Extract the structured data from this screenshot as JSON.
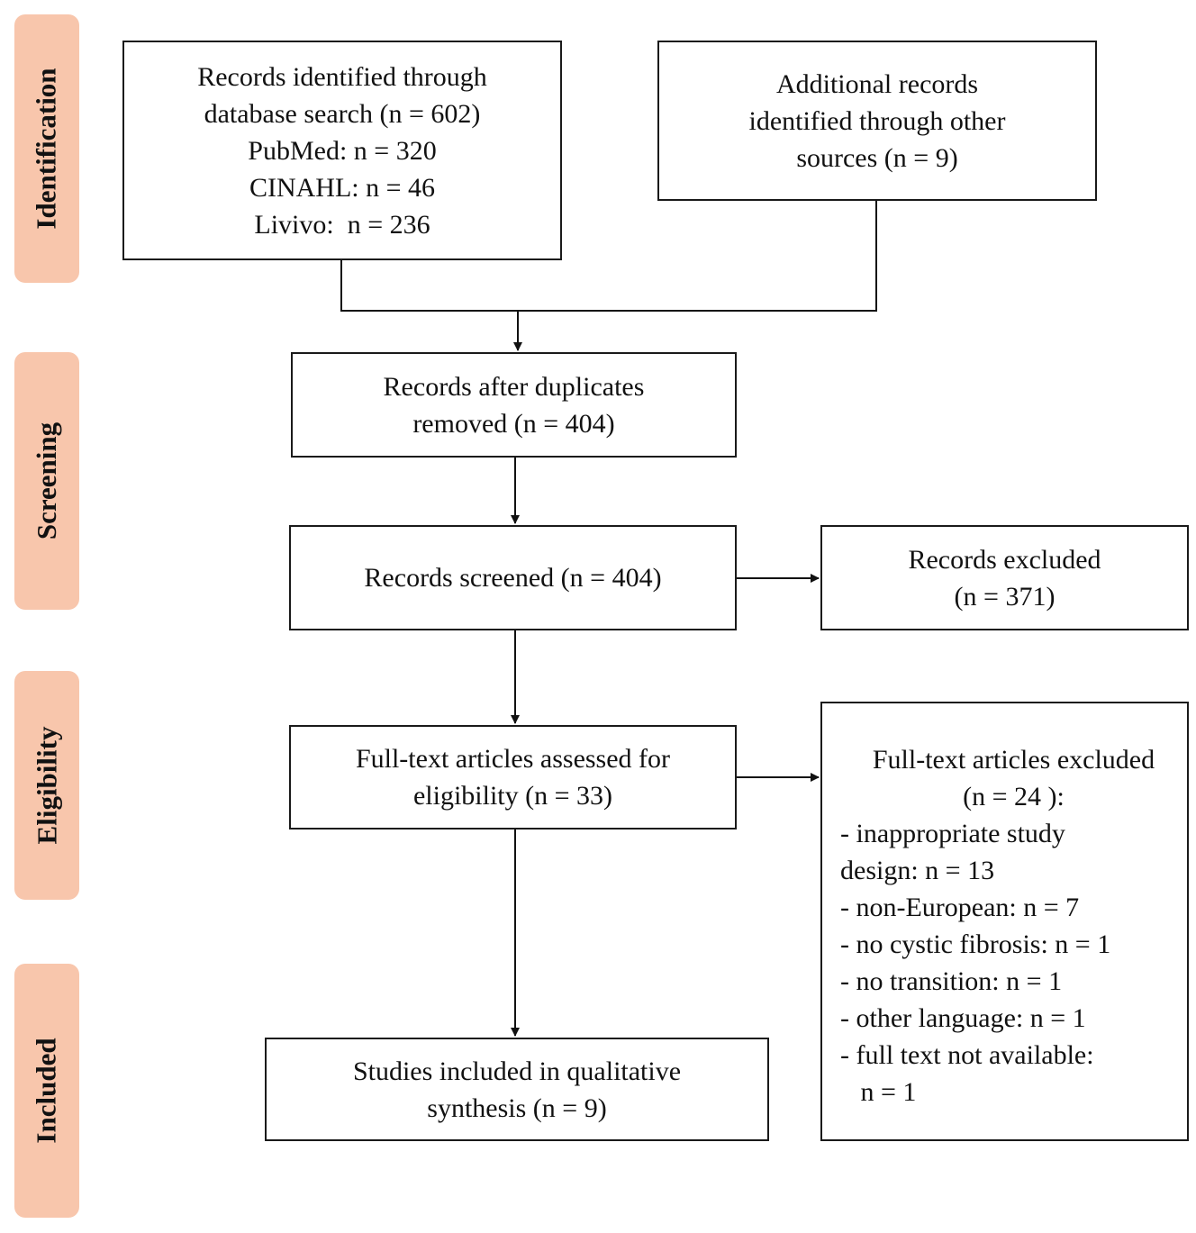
{
  "stages": {
    "identification": "Identification",
    "screening": "Screening",
    "eligibility": "Eligibility",
    "included": "Included"
  },
  "boxes": {
    "database_search": {
      "lines": [
        "Records identified through",
        "database search (n = 602)",
        "PubMed: n = 320",
        "CINAHL: n = 46",
        "Livivo:  n = 236"
      ]
    },
    "other_sources": {
      "lines": [
        "Additional records",
        "identified through other",
        "sources (n = 9)"
      ]
    },
    "after_duplicates": {
      "lines": [
        "Records after duplicates",
        "removed (n = 404)"
      ]
    },
    "screened": {
      "lines": [
        "Records screened (n = 404)"
      ]
    },
    "excluded": {
      "lines": [
        "Records excluded",
        "(n = 371)"
      ]
    },
    "fulltext_assessed": {
      "lines": [
        "Full-text articles assessed for",
        "eligibility (n = 33)"
      ]
    },
    "fulltext_excluded": {
      "lines": [
        "Full-text articles excluded",
        "(n = 24 ):",
        "- inappropriate study",
        "design: n = 13",
        "- non-European: n = 7",
        "- no cystic fibrosis: n = 1",
        "- no transition: n = 1",
        "- other language: n = 1",
        "- full text not available:",
        "   n = 1"
      ]
    },
    "included_studies": {
      "lines": [
        "Studies included in qualitative",
        "synthesis (n = 9)"
      ]
    }
  }
}
